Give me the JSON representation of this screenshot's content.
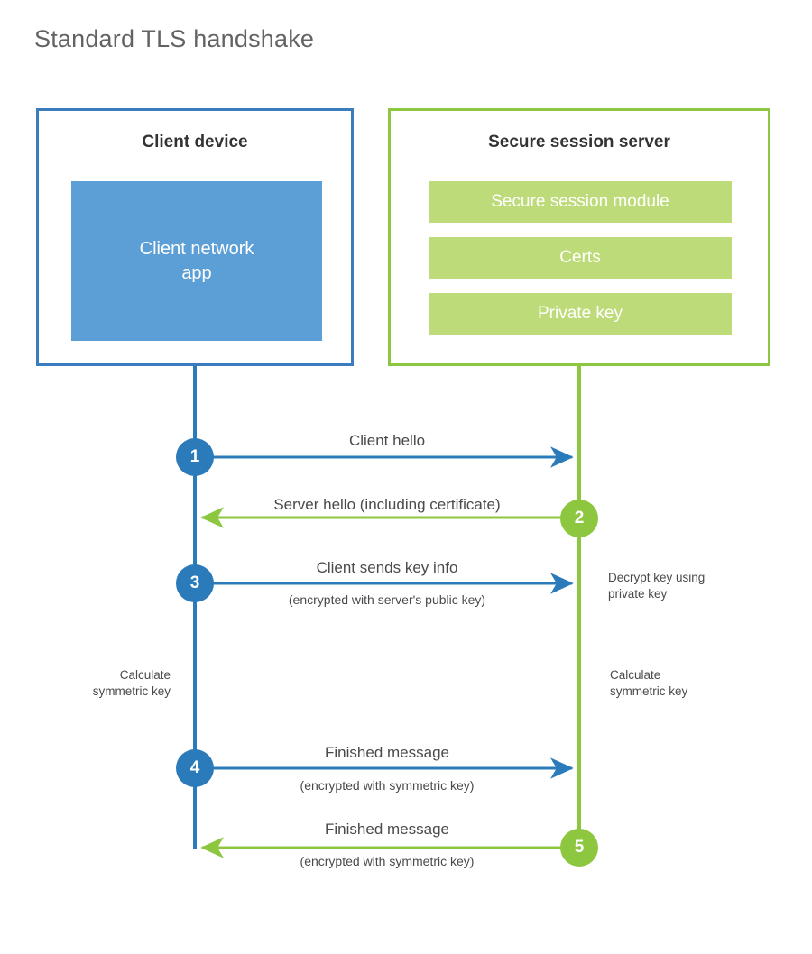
{
  "title": "Standard TLS handshake",
  "colors": {
    "client_border": "#3a7cbe",
    "client_fill": "#5c9ed6",
    "client_line": "#2b7bba",
    "server_border": "#8dc63f",
    "server_fill": "#bedb79",
    "server_line": "#8dc63f",
    "text": "#4a4a4a",
    "title_text": "#636363",
    "background": "#ffffff"
  },
  "parties": {
    "client": {
      "title": "Client device",
      "app_label": "Client network\napp"
    },
    "server": {
      "title": "Secure session server",
      "components": [
        {
          "label": "Secure session module"
        },
        {
          "label": "Certs"
        },
        {
          "label": "Private key"
        }
      ]
    }
  },
  "steps": [
    {
      "number": "1",
      "label": "Client hello",
      "sublabel": "",
      "direction": "client-to-server",
      "color": "blue"
    },
    {
      "number": "2",
      "label": "Server hello (including certificate)",
      "sublabel": "",
      "direction": "server-to-client",
      "color": "green"
    },
    {
      "number": "3",
      "label": "Client sends key info",
      "sublabel": "(encrypted with server's public key)",
      "direction": "client-to-server",
      "color": "blue"
    },
    {
      "number": "4",
      "label": "Finished message",
      "sublabel": "(encrypted with symmetric key)",
      "direction": "client-to-server",
      "color": "blue"
    },
    {
      "number": "5",
      "label": "Finished message",
      "sublabel": "(encrypted with symmetric key)",
      "direction": "server-to-client",
      "color": "green"
    }
  ],
  "annotations": {
    "server_decrypt": "Decrypt key using\nprivate key",
    "client_calculate": "Calculate\nsymmetric key",
    "server_calculate": "Calculate\nsymmetric key"
  }
}
